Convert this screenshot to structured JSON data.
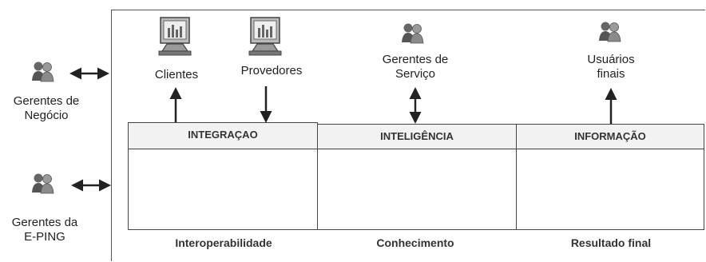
{
  "actors": {
    "business_managers": "Gerentes de\nNegócio",
    "eping_managers": "Gerentes da\nE-PING",
    "service_managers": "Gerentes de\nServiço",
    "end_users": "Usuários\nfinais",
    "clients": "Clientes",
    "suppliers": "Provedores"
  },
  "columns": [
    {
      "header": "INTEGRAÇAO",
      "footer": "Interoperabilidade"
    },
    {
      "header": "INTELIGÊNCIA",
      "footer": "Conhecimento"
    },
    {
      "header": "INFORMAÇÃO",
      "footer": "Resultado final"
    }
  ],
  "icons": {
    "people": "people-icon",
    "computer": "computer-icon"
  },
  "colors": {
    "line": "#222222",
    "header_fill": "#f2f2f2"
  }
}
